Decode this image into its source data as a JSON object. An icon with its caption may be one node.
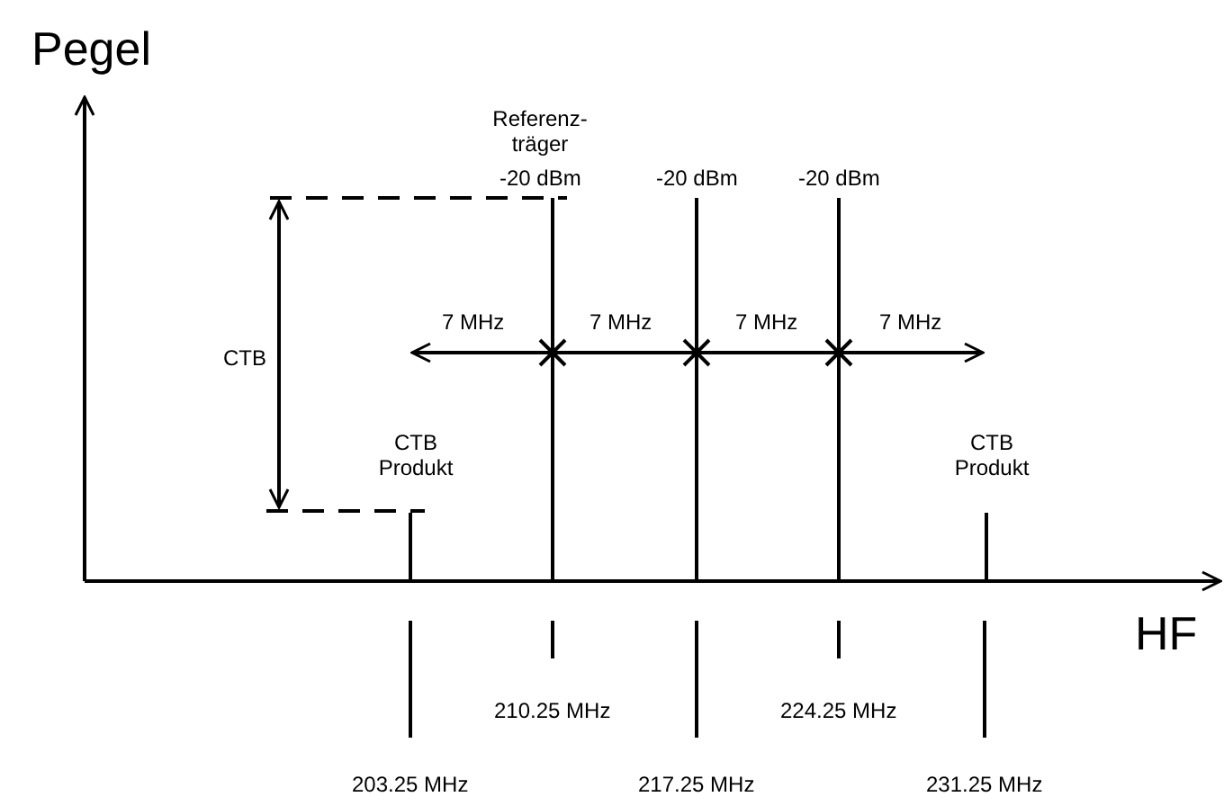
{
  "diagram": {
    "labels": [
      "Pegel",
      "Referenz- träger",
      "-20 dBm",
      "-20 dBm",
      "-20 dBm",
      "7 MHz",
      "7 MHz",
      "7 MHz",
      "7 MHz",
      "CTB",
      "CTB Produkt",
      "CTB Produkt",
      "HF",
      "210.25 MHz",
      "224.25 MHz",
      "203.25 MHz",
      "217.25 MHz",
      "231.25 MHz"
    ]
  }
}
